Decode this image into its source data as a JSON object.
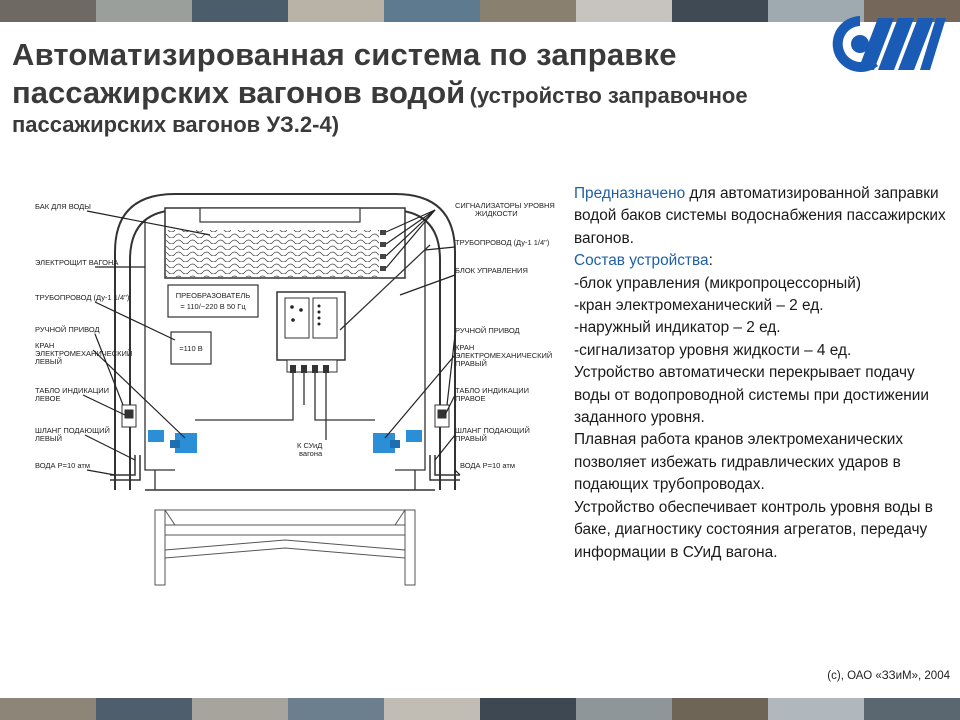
{
  "title": {
    "line1": "Автоматизированная система по заправке",
    "line2_main": "пассажирских вагонов водой",
    "line2_sub": "(устройство заправочное",
    "line3": "пассажирских вагонов УЗ.2-4)"
  },
  "diagram": {
    "labels_left": {
      "tank": "БАК ДЛЯ ВОДЫ",
      "elshield": "ЭЛЕКТРОЩИТ ВАГОНА",
      "pipe": "ТРУБОПРОВОД (Ду-1 1/4\")",
      "manual": "РУЧНОЙ ПРИВОД",
      "valve1": "КРАН",
      "valve2": "ЭЛЕКТРОМЕХАНИЧЕСКИЙ",
      "valve3": "ЛЕВЫЙ",
      "table1": "ТАБЛО ИНДИКАЦИИ",
      "table2": "ЛЕВОЕ",
      "hose1": "ШЛАНГ ПОДАЮЩИЙ",
      "hose2": "ЛЕВЫЙ",
      "water": "ВОДА Р=10 атм"
    },
    "labels_right": {
      "sig1": "СИГНАЛИЗАТОРЫ УРОВНЯ",
      "sig2": "ЖИДКОСТИ",
      "pipe": "ТРУБОПРОВОД (Ду-1 1/4\")",
      "block": "БЛОК УПРАВЛЕНИЯ",
      "manual": "РУЧНОЙ ПРИВОД",
      "valve1": "КРАН",
      "valve2": "ЭЛЕКТРОМЕХАНИЧЕСКИЙ",
      "valve3": "ПРАВЫЙ",
      "table1": "ТАБЛО ИНДИКАЦИИ",
      "table2": "ПРАВОЕ",
      "hose1": "ШЛАНГ ПОДАЮЩИЙ",
      "hose2": "ПРАВЫЙ",
      "water": "ВОДА Р=10 атм"
    },
    "converter1": "ПРЕОБРАЗОВАТЕЛЬ",
    "converter2": "= 110/~220 В 50 Гц",
    "voltage": "=110 В",
    "suid1": "К СУиД",
    "suid2": "вагона"
  },
  "description": {
    "p1_lead": "Предназначено",
    "p1_rest": " для автоматизированной заправки водой баков системы водоснабжения пассажирских вагонов.",
    "composition": "Состав устройства",
    "colon": ":",
    "items": [
      "-блок управления (микропроцессорный)",
      "-кран электромеханический – 2 ед.",
      "-наружный индикатор – 2 ед.",
      "-сигнализатор уровня жидкости – 4 ед."
    ],
    "p2": "Устройство автоматически перекрывает подачу воды от водопроводной системы при достижении заданного уровня.",
    "p3": "Плавная работа кранов электромеханических позволяет избежать гидравлических ударов в подающих трубопроводах.",
    "p4": "Устройство обеспечивает контроль уровня воды в баке, диагностику состояния агрегатов, передачу информации в СУиД вагона."
  },
  "footer": "(c), ОАО «ЗЗиМ», 2004",
  "colors": {
    "title": "#3a3a3a",
    "accent_blue": "#1f5fa6",
    "logo_blue": "#1a5bb5",
    "water_valve": "#2a8fd6"
  }
}
